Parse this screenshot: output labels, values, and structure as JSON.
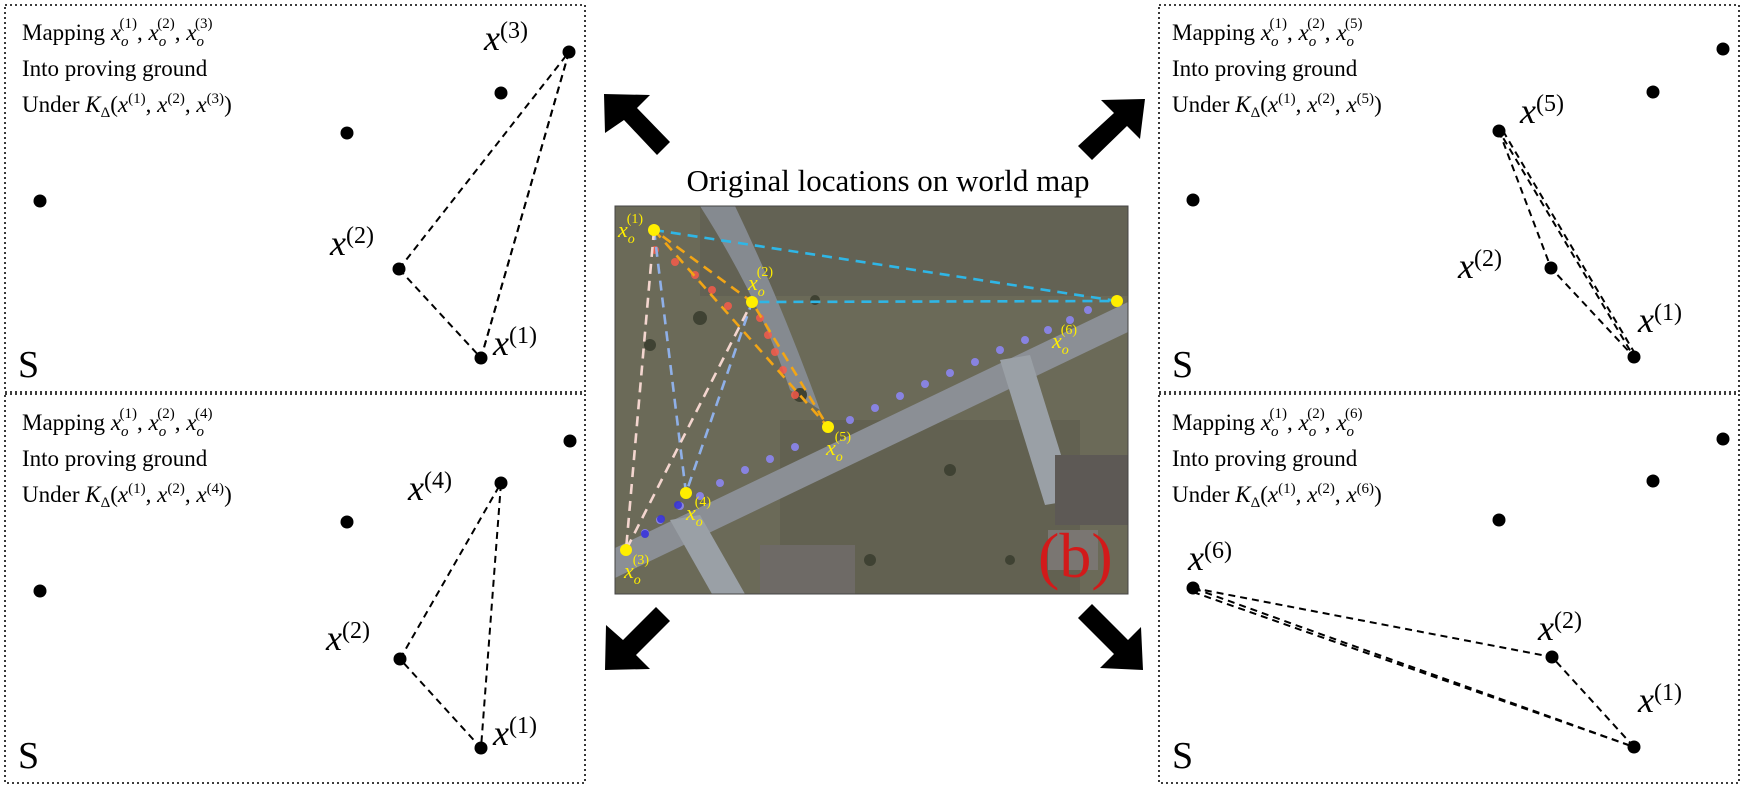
{
  "center": {
    "title": "Original locations on world map",
    "badge": "(b)",
    "locations": [
      {
        "label": "x",
        "sup": "(1)"
      },
      {
        "label": "x",
        "sup": "(2)"
      },
      {
        "label": "x",
        "sup": "(3)"
      },
      {
        "label": "x",
        "sup": "(4)"
      },
      {
        "label": "x",
        "sup": "(5)"
      },
      {
        "label": "x",
        "sup": "(6)"
      }
    ],
    "location_sub": "o"
  },
  "panels": [
    {
      "id": "tl",
      "line1": "Mapping",
      "triple": [
        "(1)",
        "(2)",
        "(3)"
      ],
      "line2": "Into proving ground",
      "line3": "Under",
      "space_label": "S",
      "point_labels": [
        "(3)",
        "(2)",
        "(1)"
      ]
    },
    {
      "id": "bl",
      "line1": "Mapping",
      "triple": [
        "(1)",
        "(2)",
        "(4)"
      ],
      "line2": "Into proving ground",
      "line3": "Under",
      "space_label": "S",
      "point_labels": [
        "(4)",
        "(2)",
        "(1)"
      ]
    },
    {
      "id": "tr",
      "line1": "Mapping",
      "triple": [
        "(1)",
        "(2)",
        "(5)"
      ],
      "line2": "Into proving ground",
      "line3": "Under",
      "space_label": "S",
      "point_labels": [
        "(5)",
        "(2)",
        "(1)"
      ]
    },
    {
      "id": "br",
      "line1": "Mapping",
      "triple": [
        "(1)",
        "(2)",
        "(6)"
      ],
      "line2": "Into proving ground",
      "line3": "Under",
      "space_label": "S",
      "point_labels": [
        "(6)",
        "(2)",
        "(1)"
      ]
    }
  ],
  "kernel_symbol": "K",
  "kernel_sub": "Δ",
  "var_symbol": "x",
  "colors": {
    "frame": "#222222",
    "point": "#000000",
    "map_grass": "#6b6a58",
    "road": "#8a8e94",
    "marker": "#ffee00",
    "badge": "#d21a1a",
    "cyan_dash": "#2fb6e6",
    "orange_dash": "#f2a515",
    "blue_dash": "#8fb0e8",
    "pink_dash": "#f4d6cf",
    "red_dots": "#ff5a4a",
    "violet_dots": "#8c86f0"
  }
}
